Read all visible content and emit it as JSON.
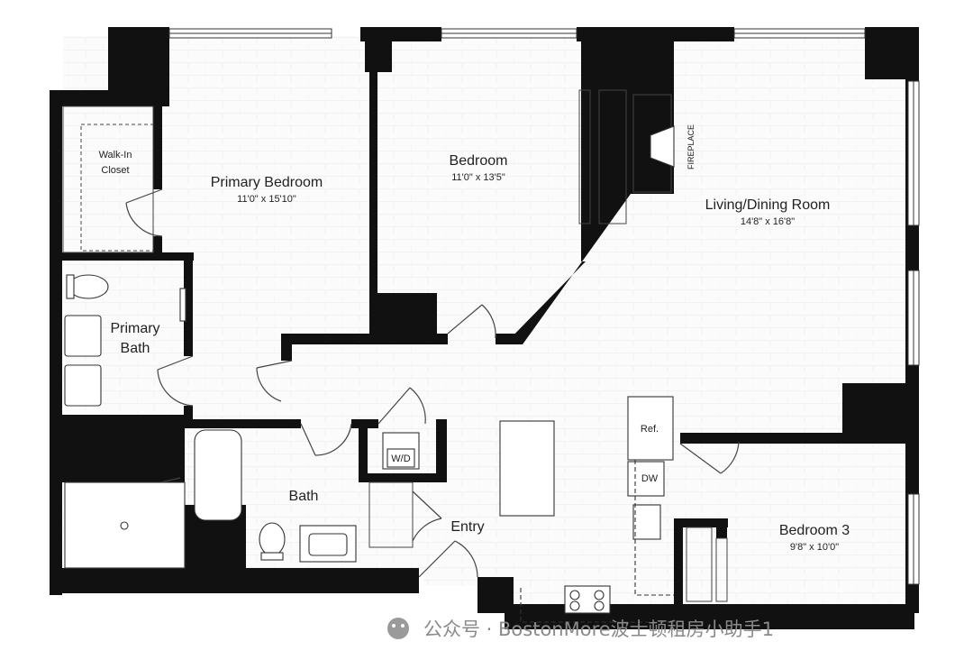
{
  "rooms": {
    "primary_bedroom": {
      "name": "Primary Bedroom",
      "dims": "11'0\" x 15'10\""
    },
    "bedroom": {
      "name": "Bedroom",
      "dims": "11'0\" x 13'5\""
    },
    "living_dining": {
      "name": "Living/Dining Room",
      "dims": "14'8\" x 16'8\""
    },
    "bedroom3": {
      "name": "Bedroom 3",
      "dims": "9'8\" x 10'0\""
    },
    "walk_in_line1": "Walk-In",
    "walk_in_line2": "Closet",
    "primary_bath_line1": "Primary",
    "primary_bath_line2": "Bath",
    "bath": "Bath",
    "entry": "Entry"
  },
  "fixtures": {
    "fireplace": "FIREPLACE",
    "refrigerator": "Ref.",
    "dishwasher": "DW",
    "washer_dryer": "W/D"
  },
  "watermark": {
    "text": "公众号 · BostonMore波士顿租房小助手1"
  },
  "colors": {
    "wall": "#111111",
    "line": "#333333",
    "background": "#ffffff"
  }
}
